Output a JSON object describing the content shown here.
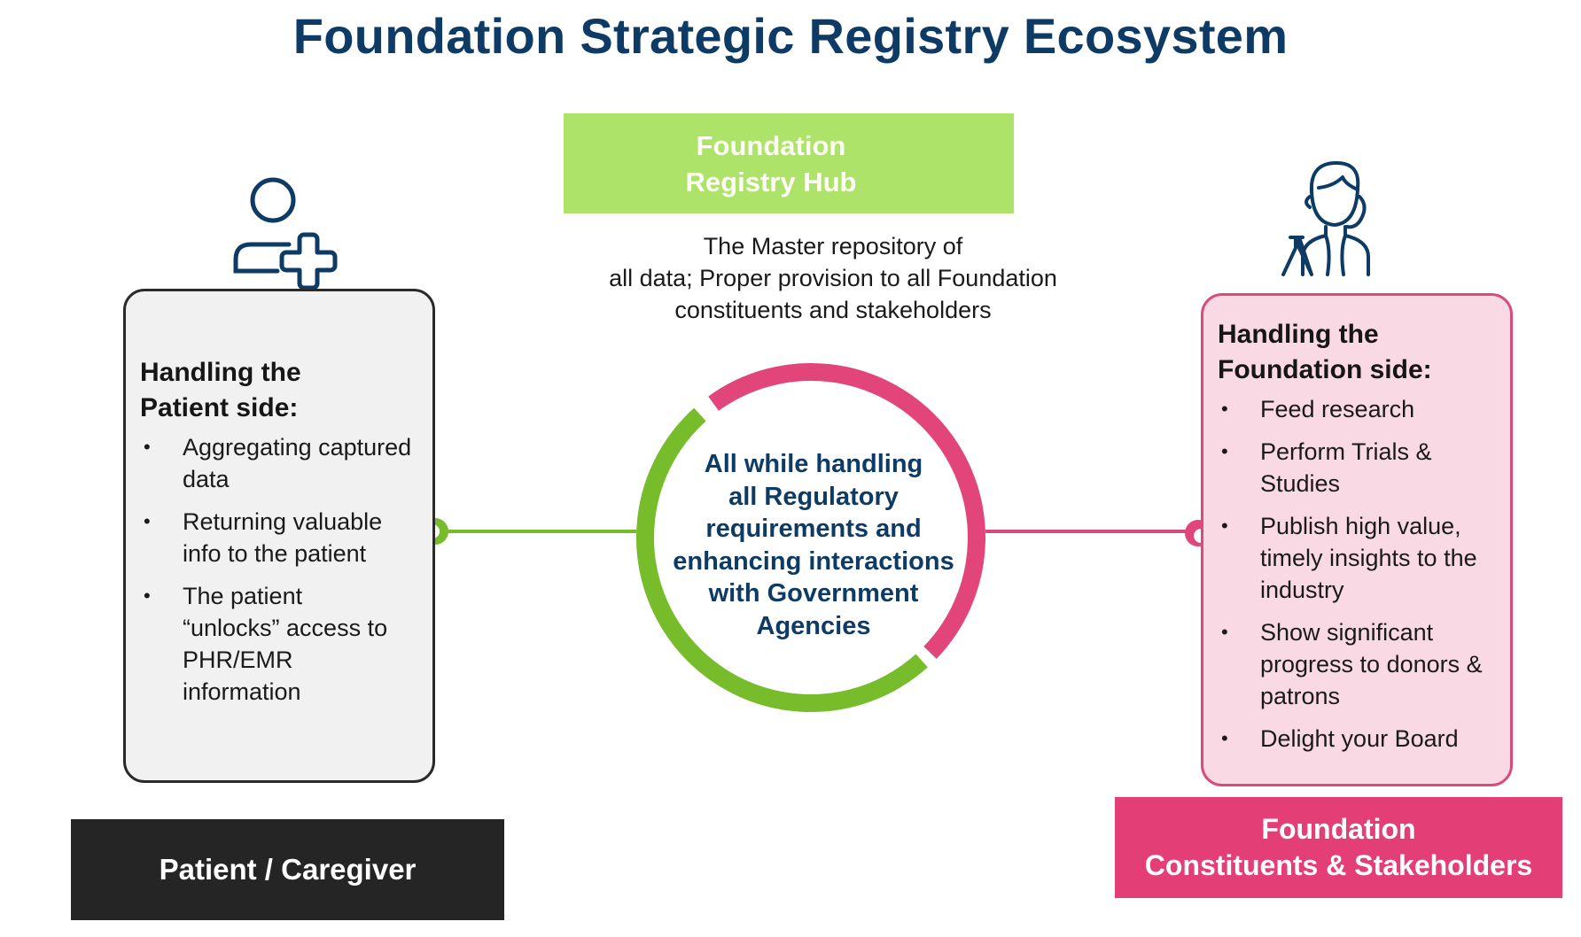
{
  "title": "Foundation Strategic Registry Ecosystem",
  "hub": {
    "title_line1": "Foundation",
    "title_line2": "Registry Hub",
    "description_line1": "The Master repository of",
    "description_line2": "all data; Proper provision to all Foundation",
    "description_line3": "constituents and stakeholders",
    "color": "#aee36a"
  },
  "center_circle": {
    "text_lines": [
      "All while handling",
      "all Regulatory",
      "requirements and",
      "enhancing interactions",
      "with Government",
      "Agencies"
    ],
    "left_arc_color": "#77bc2a",
    "right_arc_color": "#e2457a"
  },
  "patient_side": {
    "icon": "user-plus-icon",
    "heading_line1": "Handling the",
    "heading_line2": "Patient side:",
    "bullets": [
      "Aggregating captured data",
      "Returning valuable info to the patient",
      "The patient “unlocks” access to PHR/EMR information"
    ],
    "label": "Patient / Caregiver",
    "label_color": "#252525"
  },
  "foundation_side": {
    "icon": "scientist-icon",
    "heading_line1": "Handling the",
    "heading_line2": "Foundation side:",
    "bullets": [
      "Feed research",
      "Perform Trials & Studies",
      "Publish high value, timely insights to the industry",
      "Show significant progress to donors & patrons",
      "Delight your Board"
    ],
    "label_line1": "Foundation",
    "label_line2": "Constituents & Stakeholders",
    "label_color": "#e33e76"
  },
  "bullet_glyph": "•"
}
